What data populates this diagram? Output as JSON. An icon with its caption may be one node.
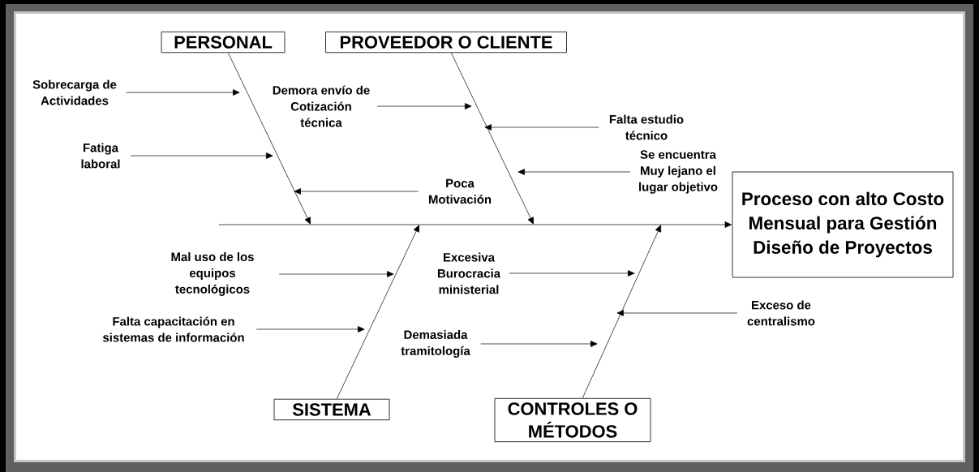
{
  "diagram": {
    "nodes": [
      {
        "text": [
          "PERSONAL"
        ]
      },
      {
        "text": [
          "PROVEEDOR O CLIENTE"
        ]
      },
      {
        "text": [
          "Proceso con alto Costo Mensual para Gestión Diseño de Proyectos"
        ]
      },
      {
        "text": [
          "SISTEMA"
        ]
      },
      {
        "text": [
          "CONTROLES O MÉTODOS"
        ]
      },
      {
        "text": [
          "Sobrecarga de Actividades"
        ]
      },
      {
        "text": [
          "Demora envío de Cotización técnica"
        ]
      },
      {
        "text": [
          "Fatiga laboral"
        ]
      },
      {
        "text": [
          "Falta estudio técnico"
        ]
      },
      {
        "text": [
          "Poca Motivación"
        ]
      },
      {
        "text": [
          "Se encuentra Muy lejano el lugar objetivo"
        ]
      },
      {
        "text": [
          "Mal uso de los equipos tecnológicos"
        ]
      },
      {
        "text": [
          "Excesiva Burocracia ministerial"
        ]
      },
      {
        "text": [
          "Falta capacitación en sistemas de información"
        ]
      },
      {
        "text": [
          "Exceso de centralismo"
        ]
      },
      {
        "text": [
          "Demasiada tramitología"
        ]
      }
    ],
    "edges": [
      {
        "from": null,
        "to": 2,
        "arrow": "to"
      },
      {
        "from": 0,
        "to": null,
        "arrow": "to"
      },
      {
        "from": 1,
        "to": null,
        "arrow": "to"
      },
      {
        "from": 3,
        "to": null,
        "arrow": "to"
      },
      {
        "from": 4,
        "to": null,
        "arrow": "to"
      },
      {
        "from": 5,
        "to": null,
        "arrow": "to"
      },
      {
        "from": 6,
        "to": null,
        "arrow": "to"
      },
      {
        "from": 7,
        "to": null,
        "arrow": "to"
      },
      {
        "from": 8,
        "to": null,
        "arrow": "to"
      },
      {
        "from": 9,
        "to": null,
        "arrow": "to"
      },
      {
        "from": 10,
        "to": null,
        "arrow": "to"
      },
      {
        "from": 11,
        "to": null,
        "arrow": "to"
      },
      {
        "from": 12,
        "to": null,
        "arrow": "to"
      },
      {
        "from": 13,
        "to": null,
        "arrow": "to"
      },
      {
        "from": 14,
        "to": null,
        "arrow": "to"
      },
      {
        "from": 15,
        "to": null,
        "arrow": "to"
      }
    ]
  }
}
